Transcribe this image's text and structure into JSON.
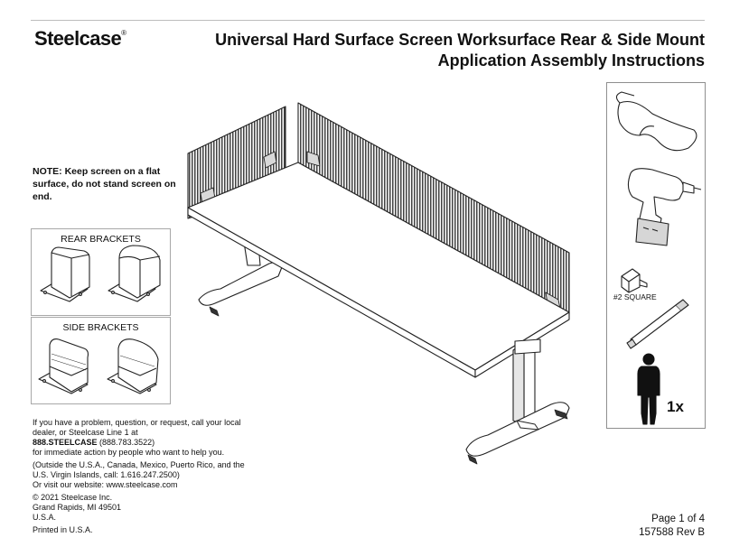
{
  "header": {
    "logo": "Steelcase",
    "logo_mark": "®",
    "title_line1": "Universal Hard Surface Screen Worksurface Rear & Side Mount",
    "title_line2": "Application Assembly Instructions"
  },
  "note": "NOTE: Keep screen on a flat surface, do not stand screen on end.",
  "brackets": {
    "rear_label": "REAR BRACKETS",
    "side_label": "SIDE BRACKETS"
  },
  "contact": {
    "line1": "If you have a problem, question, or request, call your local dealer, or Steelcase Line 1 at",
    "phone_name": "888.STEELCASE",
    "phone_number": "(888.783.3522)",
    "line2": "for immediate action by people who want to help you.",
    "outside": "(Outside the U.S.A., Canada, Mexico, Puerto Rico, and the U.S. Virgin Islands, call: 1.616.247.2500)",
    "website": "Or visit our website: www.steelcase.com",
    "copyright": "© 2021 Steelcase Inc.",
    "city": "Grand Rapids, MI 49501",
    "country": "U.S.A.",
    "printed": "Printed in U.S.A."
  },
  "tools": {
    "items": [
      "safety-glasses",
      "cordless-drill",
      "square-bit",
      "bit-extension",
      "person"
    ],
    "square_label": "#2 SQUARE",
    "people_count": "1x"
  },
  "footer": {
    "page": "Page 1 of 4",
    "doc_number": "157588 Rev B"
  }
}
